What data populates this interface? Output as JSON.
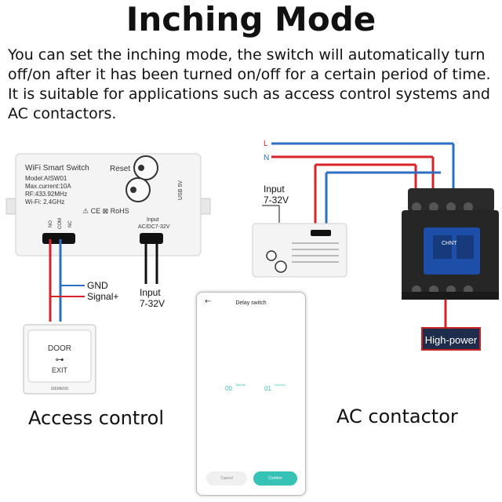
{
  "title": "Inching Mode",
  "intro": "You can set the inching mode, the switch will automatically turn off/on after it has been turned on/off for a certain period of time. It is suitable for applications such as access control systems and AC contactors.",
  "module": {
    "name": "WiFi Smart Switch",
    "model": "Model:AISW01",
    "current": "Max.current:10A",
    "rf": "RF:433.92MHz",
    "wifi": "Wi-Fi: 2.4GHz",
    "reset": "Reset",
    "usb": "USB 5V",
    "input_label_1": "Input",
    "input_label_2": "AC/DC7-32V",
    "terminal_no": "NO",
    "terminal_com": "COM",
    "terminal_nc": "NC",
    "marks": "⚠ CE ⊠ RoHS"
  },
  "wiring": {
    "gnd": "GND",
    "signal": "Signal+",
    "input_left_1": "Input",
    "input_left_2": "7-32V",
    "input_right_1": "Input",
    "input_right_2": "7-32V",
    "line_l": "L",
    "line_n": "N"
  },
  "door": {
    "top": "DOOR",
    "bottom": "EXIT",
    "brand": "SIEMENS"
  },
  "contactor": {
    "brand": "CHNT"
  },
  "high_power": "High-power",
  "captions": {
    "access": "Access control",
    "ac": "AC contactor"
  },
  "phone": {
    "title": "Delay switch",
    "back_icon": "←",
    "minute_value": "00",
    "minute_unit": "Minute",
    "second_value": "01",
    "second_unit": "Second",
    "cancel": "Cancel",
    "confirm": "Confirm"
  },
  "colors": {
    "red_wire": "#d8232a",
    "blue_wire": "#2c6fc4",
    "accent": "#36c3b5"
  }
}
